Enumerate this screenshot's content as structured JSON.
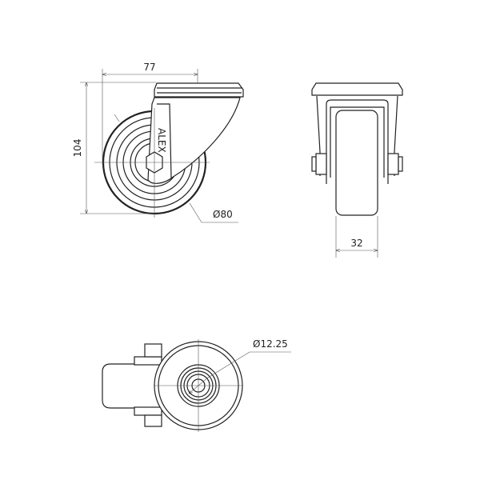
{
  "title": "Swivel caster technical drawing",
  "dimensions": {
    "width_offset": "77",
    "height": "104",
    "wheel_diameter": "Ø80",
    "wheel_width": "32",
    "axle_diameter": "Ø12.25"
  },
  "logo_text": "ALEX",
  "colors": {
    "line": "#222222",
    "background": "#ffffff"
  }
}
